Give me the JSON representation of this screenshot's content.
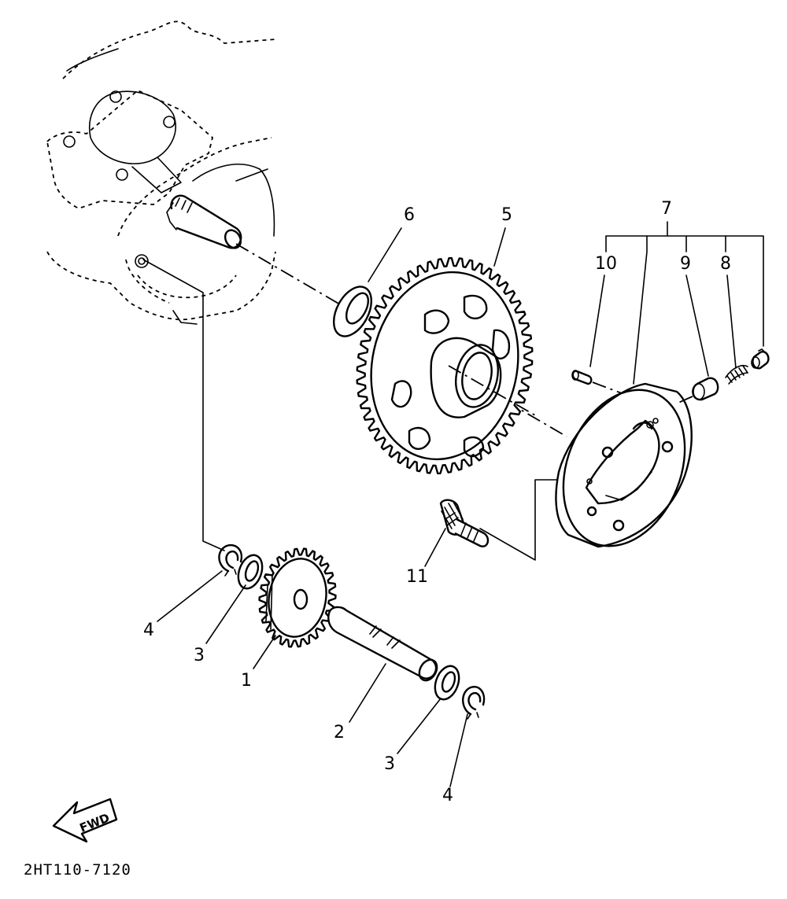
{
  "diagram": {
    "drawing_code": "2HT110-7120",
    "direction_label": "FWD",
    "callouts": [
      {
        "id": "c1",
        "label": "1"
      },
      {
        "id": "c2",
        "label": "2"
      },
      {
        "id": "c3a",
        "label": "3"
      },
      {
        "id": "c3b",
        "label": "3"
      },
      {
        "id": "c4a",
        "label": "4"
      },
      {
        "id": "c4b",
        "label": "4"
      },
      {
        "id": "c5",
        "label": "5"
      },
      {
        "id": "c6",
        "label": "6"
      },
      {
        "id": "c7",
        "label": "7"
      },
      {
        "id": "c8",
        "label": "8"
      },
      {
        "id": "c9",
        "label": "9"
      },
      {
        "id": "c10",
        "label": "10"
      },
      {
        "id": "c11",
        "label": "11"
      }
    ]
  }
}
